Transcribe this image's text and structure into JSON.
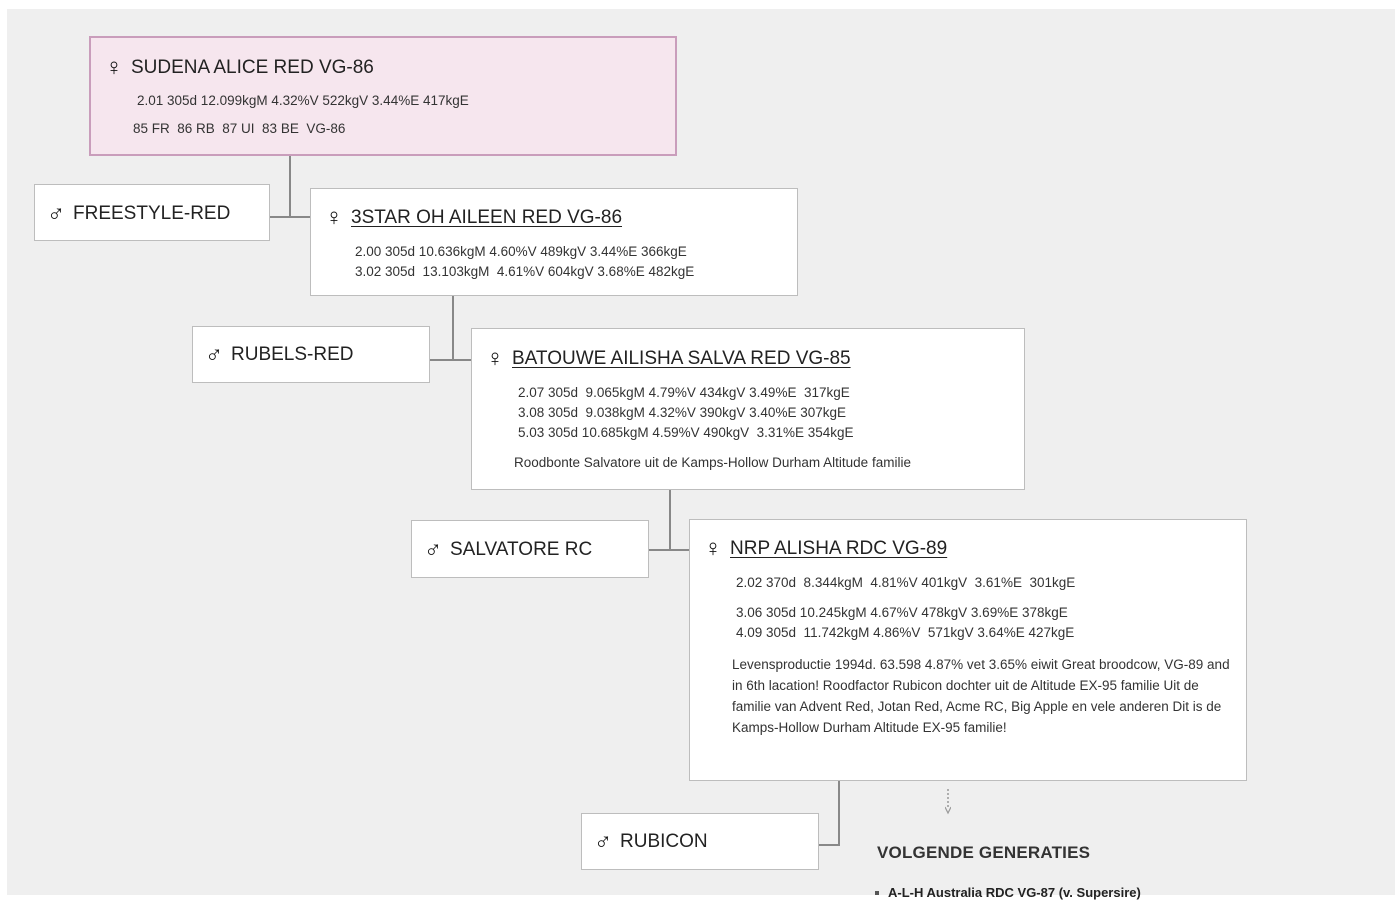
{
  "dams": [
    {
      "name": "SUDENA ALICE RED VG-86",
      "stats": [
        "2.01 305d 12.099kgM 4.32%V 522kgV 3.44%E 417kgE",
        "85 FR  86 RB  87 UI  83 BE  VG-86"
      ],
      "description": ""
    },
    {
      "name": "3STAR OH AILEEN RED VG-86",
      "stats": [
        "2.00 305d 10.636kgM 4.60%V 489kgV 3.44%E 366kgE",
        "3.02 305d  13.103kgM  4.61%V 604kgV 3.68%E 482kgE"
      ],
      "description": ""
    },
    {
      "name": "BATOUWE AILISHA SALVA RED VG-85",
      "stats": [
        "2.07 305d  9.065kgM 4.79%V 434kgV 3.49%E  317kgE",
        "3.08 305d  9.038kgM 4.32%V 390kgV 3.40%E 307kgE",
        "5.03 305d 10.685kgM 4.59%V 490kgV  3.31%E 354kgE"
      ],
      "description": "Roodbonte Salvatore uit de Kamps-Hollow Durham Altitude familie"
    },
    {
      "name": "NRP ALISHA RDC VG-89",
      "stats": [
        "2.02 370d  8.344kgM  4.81%V 401kgV  3.61%E  301kgE",
        "3.06 305d 10.245kgM 4.67%V 478kgV 3.69%E 378kgE",
        "4.09 305d  11.742kgM 4.86%V  571kgV 3.64%E 427kgE"
      ],
      "description": "Levensproductie 1994d. 63.598 4.87% vet 3.65% eiwit Great broodcow, VG-89 and in 6th lacation! Roodfactor Rubicon dochter uit de Altitude EX-95 familie Uit de familie van Advent Red, Jotan Red, Acme RC, Big Apple en vele anderen Dit is de Kamps-Hollow Durham Altitude EX-95 familie!"
    }
  ],
  "sires": [
    "FREESTYLE-RED",
    "RUBELS-RED",
    "SALVATORE RC",
    "RUBICON"
  ],
  "symbols": {
    "female": "♀",
    "male": "♂",
    "female_icon": "female-symbol-icon",
    "male_icon": "male-symbol-icon"
  },
  "next_generations": {
    "title": "VOLGENDE GENERATIES",
    "items": [
      "A-L-H Australia RDC VG-87 (v. Supersire)"
    ]
  },
  "colors": {
    "main_box_bg": "#f6e6ee",
    "main_box_border": "#c99dbb",
    "background": "#efefef"
  }
}
